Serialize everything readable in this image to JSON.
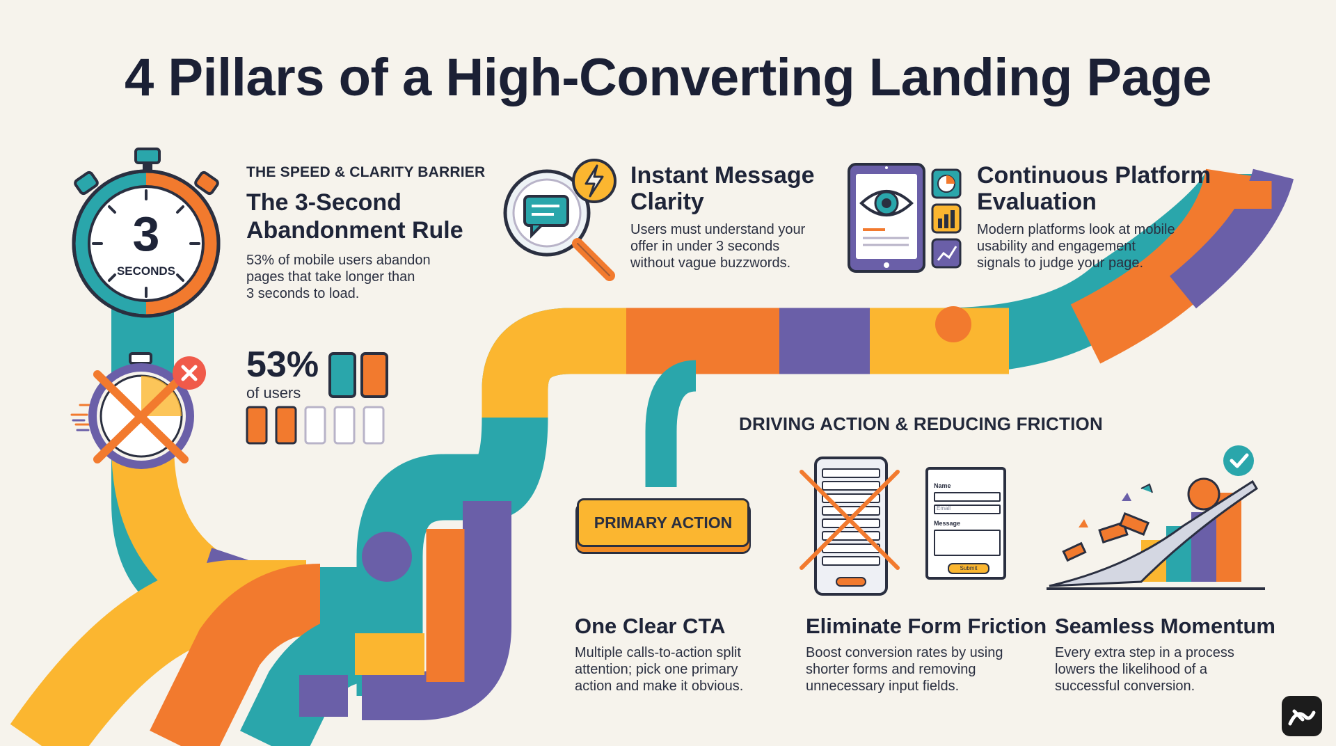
{
  "title": "4 Pillars of a High-Converting Landing Page",
  "colors": {
    "teal": "#2aa6ab",
    "orange": "#f27a2e",
    "yellow": "#fbb630",
    "purple": "#6a5fa8",
    "dark": "#1e2438",
    "background": "#f6f3ec"
  },
  "speed_section": {
    "kicker": "THE SPEED & CLARITY BARRIER",
    "heading_line1": "The 3-Second",
    "heading_line2": "Abandonment Rule",
    "body_line1": "53% of mobile users abandon",
    "body_line2": "pages that take longer than",
    "body_line3": "3 seconds to load.",
    "timer_number": "3",
    "timer_label": "SECONDS",
    "stat_value": "53%",
    "stat_label": "of users"
  },
  "message_section": {
    "heading_line1": "Instant Message",
    "heading_line2": "Clarity",
    "body_line1": "Users must understand your",
    "body_line2": "offer in under 3 seconds",
    "body_line3": "without vague buzzwords."
  },
  "platform_section": {
    "heading_line1": "Continuous Platform",
    "heading_line2": "Evaluation",
    "body_line1": "Modern platforms look at mobile",
    "body_line2": "usability and engagement",
    "body_line3": "signals to judge your page."
  },
  "friction_section": {
    "kicker": "DRIVING ACTION & REDUCING FRICTION",
    "cta_button": "PRIMARY ACTION",
    "form_labels": {
      "name": "Name",
      "email": "Email",
      "message": "Message",
      "submit": "Submit"
    },
    "cta": {
      "heading": "One Clear CTA",
      "body_line1": "Multiple calls-to-action split",
      "body_line2": "attention; pick one primary",
      "body_line3": "action and make it obvious."
    },
    "form": {
      "heading": "Eliminate Form Friction",
      "body_line1": "Boost conversion rates by using",
      "body_line2": "shorter forms and removing",
      "body_line3": "unnecessary input fields."
    },
    "momentum": {
      "heading": "Seamless Momentum",
      "body_line1": "Every extra step in a process",
      "body_line2": "lowers the likelihood of a",
      "body_line3": "successful conversion."
    }
  },
  "icons": [
    "stopwatch-icon",
    "broken-stopwatch-icon",
    "phone-icon",
    "magnifier-chat-icon",
    "lightning-icon",
    "tablet-eye-icon",
    "pie-chart-icon",
    "bar-chart-icon",
    "trend-icon",
    "long-form-icon",
    "short-form-icon",
    "ramp-ball-icon",
    "check-icon",
    "brand-logo-icon"
  ]
}
